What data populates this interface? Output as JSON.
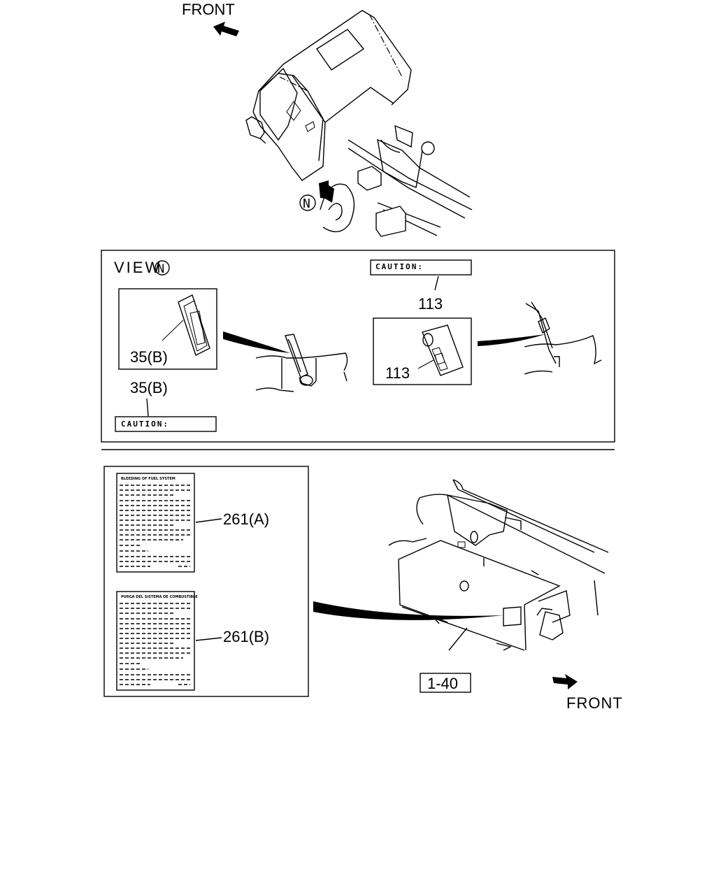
{
  "top": {
    "front_label": "FRONT",
    "view_marker": "N"
  },
  "view_panel": {
    "view_label": "VIEW",
    "view_marker": "N",
    "left_callout": "35(B)",
    "left_callout_below": "35(B)",
    "left_caution": "CAUTION:",
    "right_callout_above": "113",
    "right_callout": "113",
    "right_caution": "CAUTION:"
  },
  "bottom": {
    "label_a_title": "BLEEDING OF FUEL SYSTEM",
    "label_b_title": "PURGA DEL SISTEMA DE COMBUSTIBLE",
    "label_a_ref": "261(A)",
    "label_b_ref": "261(B)",
    "ref_box": "1-40",
    "front_label": "FRONT"
  }
}
